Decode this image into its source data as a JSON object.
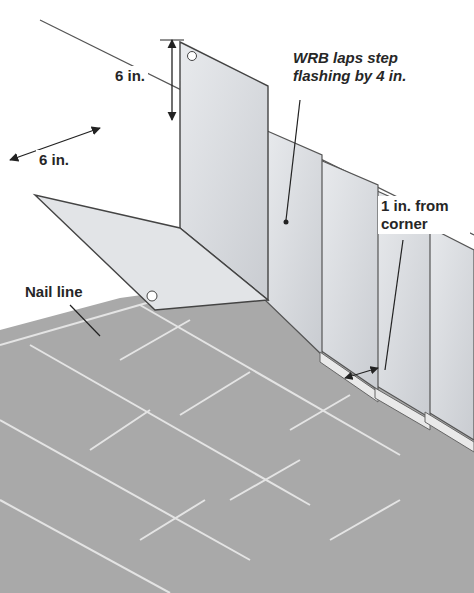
{
  "diagram": {
    "labels": [
      "6 in.",
      "6 in.",
      "WRB laps step flashing by 4 in.",
      "Nail line",
      "1 in. from corner"
    ]
  }
}
